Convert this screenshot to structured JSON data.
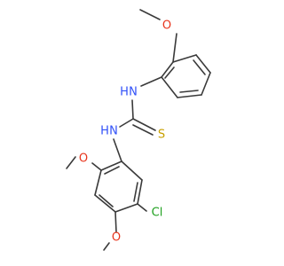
{
  "molecule": {
    "atoms": [
      {
        "id": "o_top",
        "text": "O",
        "color": "#e8341c"
      },
      {
        "id": "n_upper",
        "text": "N",
        "color": "#3050f8"
      },
      {
        "id": "h_upper",
        "text": "H",
        "color": "#3050f8"
      },
      {
        "id": "n_lower",
        "text": "N",
        "color": "#3050f8"
      },
      {
        "id": "h_lower",
        "text": "H",
        "color": "#3050f8"
      },
      {
        "id": "s",
        "text": "S",
        "color": "#c8a000"
      },
      {
        "id": "o_left",
        "text": "O",
        "color": "#e8341c"
      },
      {
        "id": "cl",
        "text": "Cl",
        "color": "#1fa01f"
      },
      {
        "id": "o_bottom",
        "text": "O",
        "color": "#e8341c"
      }
    ],
    "bond_color": "#3a3a3a"
  }
}
